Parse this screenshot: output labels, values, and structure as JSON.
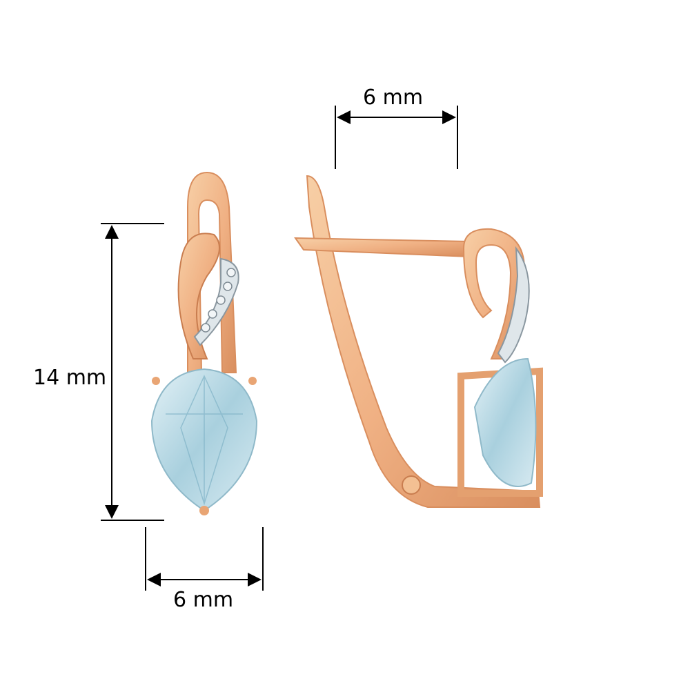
{
  "dimensions": {
    "top_width": "6 mm",
    "height": "14 mm",
    "bottom_width": "6 mm"
  },
  "colors": {
    "gold": "#f2b98a",
    "gold_dark": "#d98e5e",
    "gem": "#bcdbe6",
    "gem_dark": "#7fb2c6",
    "line": "#000000"
  }
}
